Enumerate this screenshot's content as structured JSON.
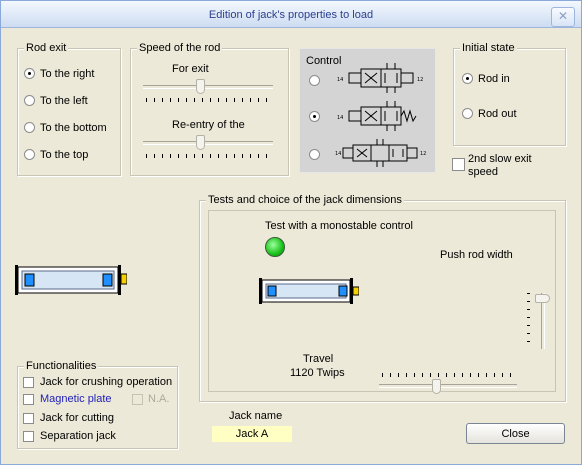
{
  "window": {
    "title": "Edition of jack's properties to load",
    "close_glyph": "✕"
  },
  "rod_exit": {
    "legend": "Rod exit",
    "options": [
      "To the right",
      "To the left",
      "To the bottom",
      "To the top"
    ],
    "selected": "To the right"
  },
  "speed": {
    "legend": "Speed of the rod",
    "exit_label": "For exit",
    "reentry_label": "Re-entry of the",
    "exit_level": 0.45,
    "reentry_level": 0.45
  },
  "control": {
    "legend": "Control",
    "options": [
      "valve-5-2-double-solenoid",
      "valve-5-2-solenoid-spring-return",
      "valve-5-3-double-solenoid"
    ],
    "selected": 1
  },
  "initial_state": {
    "legend": "Initial state",
    "options": [
      "Rod in",
      "Rod out"
    ],
    "selected": "Rod in"
  },
  "slow_exit": {
    "label_line1": "2nd slow exit",
    "label_line2": "speed",
    "checked": false
  },
  "tests": {
    "legend": "Tests and choice of the jack dimensions",
    "monostable_label": "Test with a monostable control",
    "indicator_color": "#19c219",
    "push_rod_label": "Push rod width",
    "travel_label": "Travel",
    "travel_value": "1120 Twips",
    "push_rod_level": 0.0,
    "travel_level": 0.4
  },
  "functionalities": {
    "legend": "Functionalities",
    "items": [
      {
        "label": "Jack for crushing operation",
        "checked": false,
        "color": "#000000"
      },
      {
        "label": "Magnetic plate",
        "checked": false,
        "color": "#1f1fb8"
      },
      {
        "label": "Jack for cutting",
        "checked": false,
        "color": "#000000"
      },
      {
        "label": "Separation jack",
        "checked": false,
        "color": "#000000"
      }
    ],
    "na_label": "N.A."
  },
  "jack_name": {
    "label": "Jack name",
    "value": "Jack A"
  },
  "buttons": {
    "close": "Close"
  }
}
